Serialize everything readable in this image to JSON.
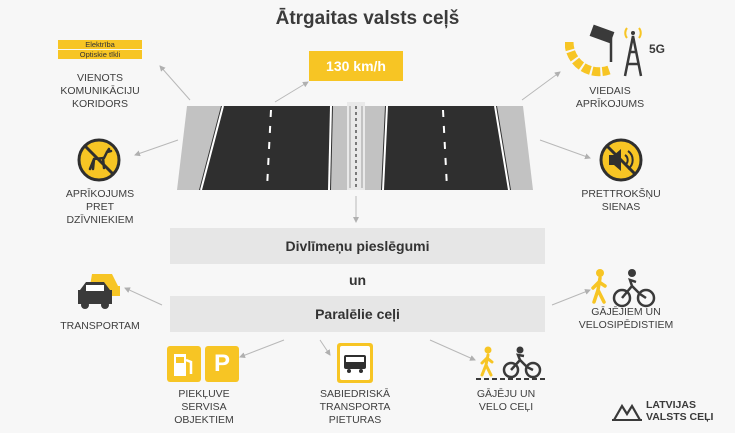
{
  "title": "Ātrgaitas valsts ceļš",
  "speed_sign": "130 km/h",
  "center_labels": {
    "top_band": "Divlīmeņu pieslēgumi",
    "connector": "un",
    "bottom_band": "Paralēlie ceļi"
  },
  "left_features": {
    "corridor": {
      "cable_lines": [
        "Elektrība",
        "Optiskie tīkli"
      ],
      "label_lines": [
        "VIENOTS",
        "KOMUNIKĀCIJU",
        "KORIDORS"
      ]
    },
    "wildlife": {
      "label_lines": [
        "APRĪKOJUMS",
        "PRET",
        "DZĪVNIEKIEM"
      ]
    },
    "transport": {
      "label_lines": [
        "TRANSPORTAM"
      ]
    }
  },
  "right_features": {
    "smart": {
      "badge": "5G",
      "label_lines": [
        "VIEDAIS",
        "APRĪKOJUMS"
      ]
    },
    "noise": {
      "label_lines": [
        "PRETTROKŠŅU",
        "SIENAS"
      ]
    },
    "pedestrians": {
      "label_lines": [
        "GĀJĒJIEM UN",
        "VELOSIPĒDISTIEM"
      ]
    }
  },
  "bottom_features": {
    "service": {
      "sign_letter": "P",
      "label_lines": [
        "PIEKĻUVE",
        "SERVISA",
        "OBJEKTIEM"
      ]
    },
    "bus": {
      "label_lines": [
        "SABIEDRISKĀ",
        "TRANSPORTA",
        "PIETURAS"
      ]
    },
    "paths": {
      "label_lines": [
        "GĀJĒJU UN",
        "VELO CEĻI"
      ]
    }
  },
  "logo": {
    "lines": [
      "LATVIJAS",
      "VALSTS CEĻI"
    ]
  },
  "colors": {
    "accent": "#f7c524",
    "road": "#3a3a3a",
    "shoulder": "#bdbdbd",
    "band": "#e6e6e6",
    "text": "#3e3e3e"
  }
}
